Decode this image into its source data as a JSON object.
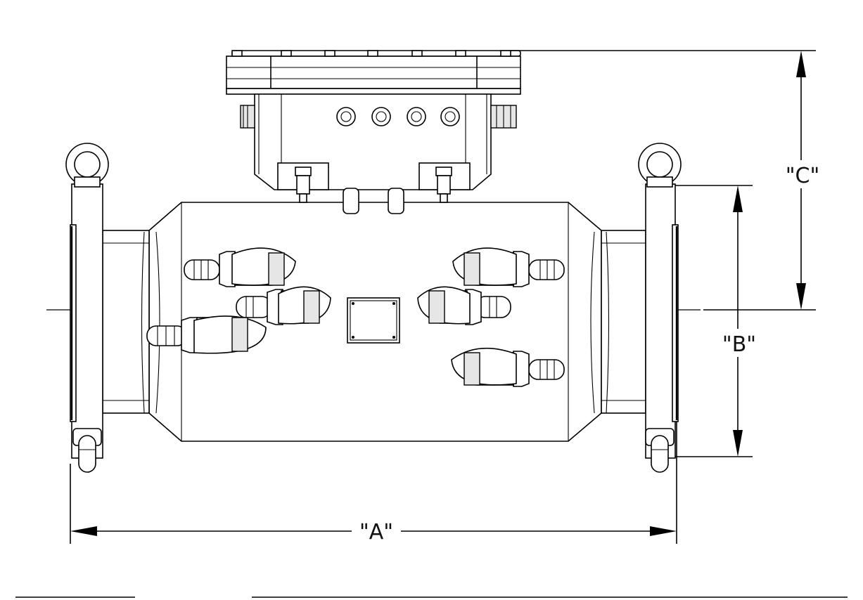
{
  "dimensions": {
    "a_label": "\"A\"",
    "b_label": "\"B\"",
    "c_label": "\"C\""
  }
}
